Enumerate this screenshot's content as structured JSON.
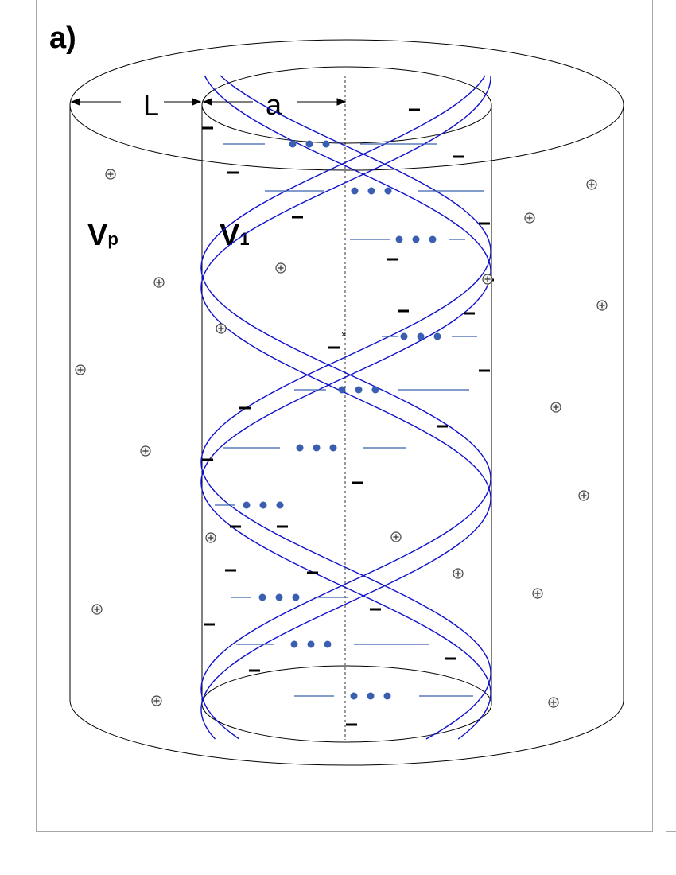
{
  "panel_label": "a)",
  "labels": {
    "L": "L",
    "a": "a",
    "Vp_main": "V",
    "Vp_sub": "p",
    "V1_main": "V",
    "V1_sub": "1"
  },
  "colors": {
    "helix": "#1010cc",
    "base_pair": "#3a5fb0",
    "outline": "#000000",
    "frame": "#a8a8a8"
  },
  "symbols": {
    "phosphate_charge": "negative",
    "counter_ion": "positive-ion-icon"
  }
}
